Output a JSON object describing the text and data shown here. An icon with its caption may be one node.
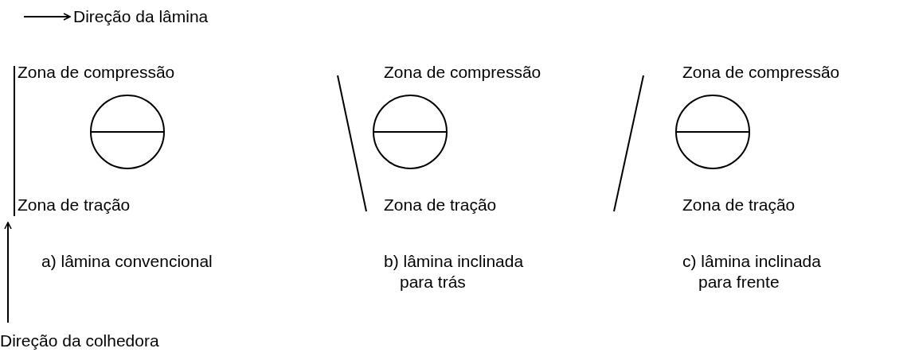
{
  "diagram": {
    "labels": [
      "Direção da lâmina",
      "Zona de compressão",
      "Zona de compressão",
      "Zona de compressão",
      "Zona de tração",
      "Zona de tração",
      "Zona de tração",
      "a) lâmina convencional",
      "b) lâmina inclinada para trás",
      "c) lâmina inclinada para frente",
      "Direção da colhedora"
    ]
  }
}
